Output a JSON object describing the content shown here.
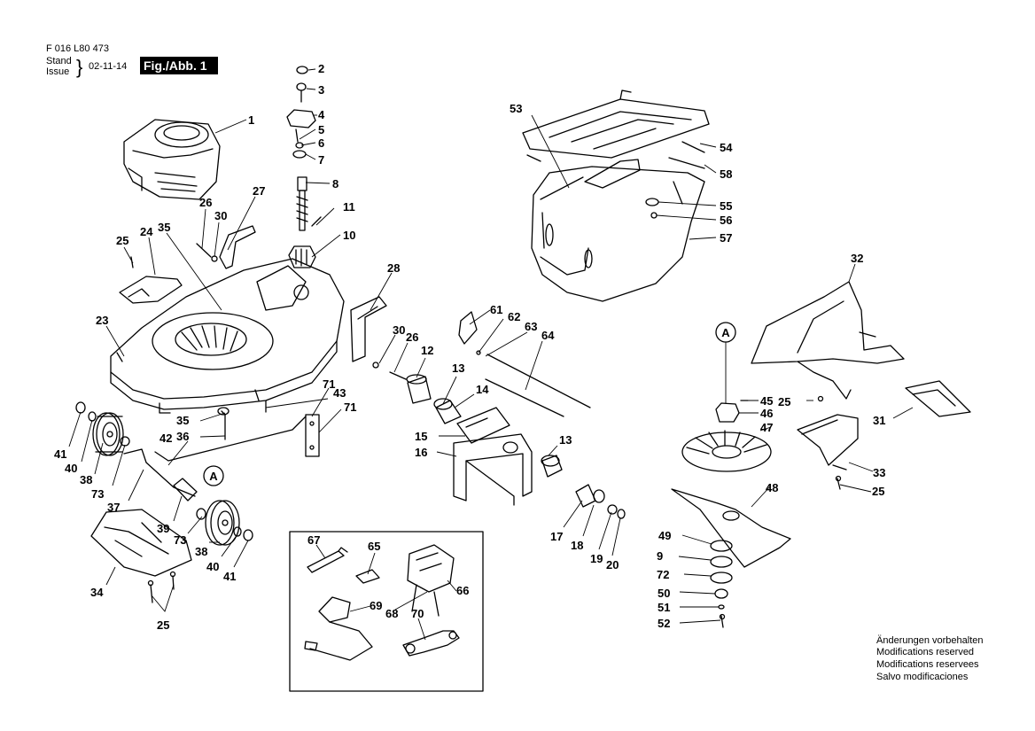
{
  "header": {
    "doc_number": "F 016 L80 473",
    "stand_label": "Stand",
    "issue_label": "Issue",
    "date": "02-11-14",
    "figure_label": "Fig./Abb. 1"
  },
  "footer": [
    "Änderungen vorbehalten",
    "Modifications reserved",
    "Modifications reservees",
    "Salvo modificaciones"
  ],
  "marker_label": "A",
  "callouts": [
    "1",
    "2",
    "3",
    "4",
    "5",
    "6",
    "7",
    "8",
    "9",
    "10",
    "11",
    "12",
    "13",
    "14",
    "15",
    "16",
    "17",
    "18",
    "19",
    "20",
    "23",
    "24",
    "25",
    "26",
    "27",
    "28",
    "30",
    "31",
    "32",
    "33",
    "34",
    "35",
    "36",
    "37",
    "38",
    "39",
    "40",
    "41",
    "42",
    "43",
    "45",
    "46",
    "47",
    "48",
    "49",
    "50",
    "51",
    "52",
    "53",
    "54",
    "55",
    "56",
    "57",
    "58",
    "61",
    "62",
    "63",
    "64",
    "65",
    "66",
    "67",
    "68",
    "69",
    "70",
    "71",
    "72",
    "73"
  ]
}
